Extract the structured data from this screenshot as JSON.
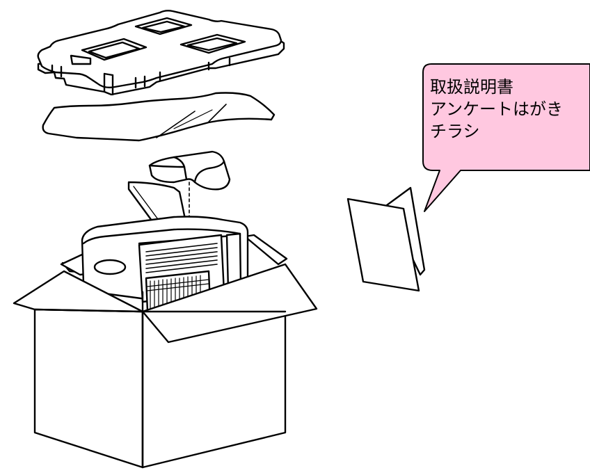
{
  "callout": {
    "lines": [
      "取扱説明書",
      "アンケートはがき",
      "チラシ"
    ],
    "fill_color": "#ffc8e0",
    "stroke_color": "#000000"
  },
  "parts": [
    {
      "name": "packing-tray-top-icon"
    },
    {
      "name": "plastic-bag-icon"
    },
    {
      "name": "foam-cushion-icon"
    },
    {
      "name": "printer-icon"
    },
    {
      "name": "cardboard-box-icon"
    },
    {
      "name": "document-leaflets-icon"
    }
  ]
}
